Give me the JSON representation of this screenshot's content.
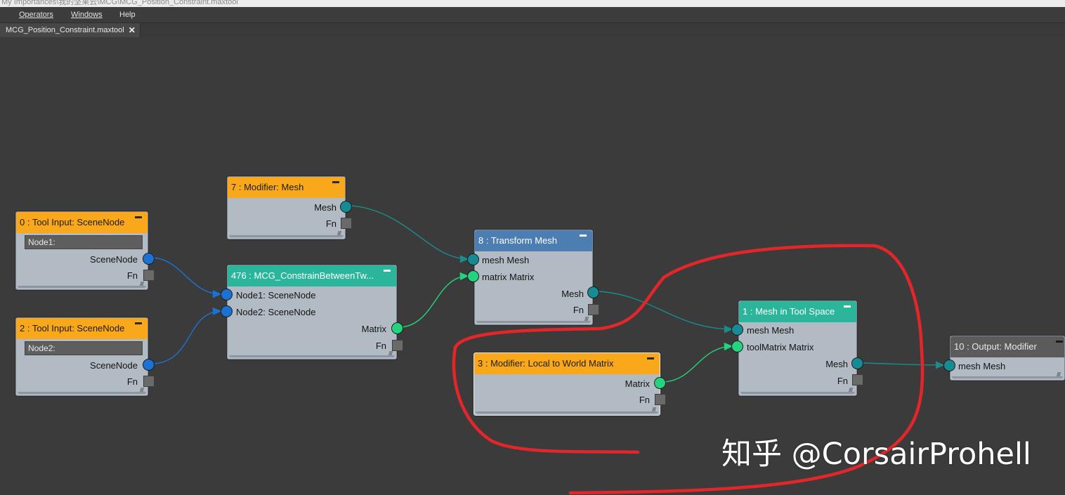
{
  "window": {
    "title_path": "My Importances\\我的坚果云\\MCG\\MCG_Position_Constraint.maxtool"
  },
  "menu": {
    "items": [
      {
        "label": "Operators"
      },
      {
        "label": "Windows"
      },
      {
        "label": "Help"
      }
    ]
  },
  "tab": {
    "label": "MCG_Position_Constraint.maxtool",
    "close_glyph": "✕"
  },
  "colors": {
    "orange_header": "#f9a81b",
    "teal_header": "#2bb69b",
    "blue_header": "#4c7eb1",
    "gray_header": "#5b5b5b",
    "node_body": "#b2bac3",
    "wire_teal": "#1a8c8c",
    "wire_blue": "#1b72d4",
    "wire_green": "#24d37d",
    "annotation_red": "#e2262a"
  },
  "nodes": {
    "n0": {
      "title": "0 : Tool Input: SceneNode",
      "field": "Node1:",
      "output": "SceneNode",
      "fn": "Fn"
    },
    "n2": {
      "title": "2 : Tool Input: SceneNode",
      "field": "Node2:",
      "output": "SceneNode",
      "fn": "Fn"
    },
    "n7": {
      "title": "7 : Modifier: Mesh",
      "output": "Mesh",
      "fn": "Fn"
    },
    "n476": {
      "title": "476 : MCG_ConstrainBetweenTw...",
      "input1": "Node1: SceneNode",
      "input2": "Node2: SceneNode",
      "output": "Matrix",
      "fn": "Fn"
    },
    "n8": {
      "title": "8 : Transform Mesh",
      "input1": "mesh Mesh",
      "input2": "matrix Matrix",
      "output": "Mesh",
      "fn": "Fn"
    },
    "n3": {
      "title": "3 : Modifier: Local to World Matrix",
      "output": "Matrix",
      "fn": "Fn"
    },
    "n1": {
      "title": "1 : Mesh in Tool Space",
      "input1": "mesh Mesh",
      "input2": "toolMatrix Matrix",
      "output": "Mesh",
      "fn": "Fn"
    },
    "n10": {
      "title": "10 : Output: Modifier",
      "input1": "mesh Mesh"
    }
  },
  "watermark": "知乎 @CorsairProhell"
}
